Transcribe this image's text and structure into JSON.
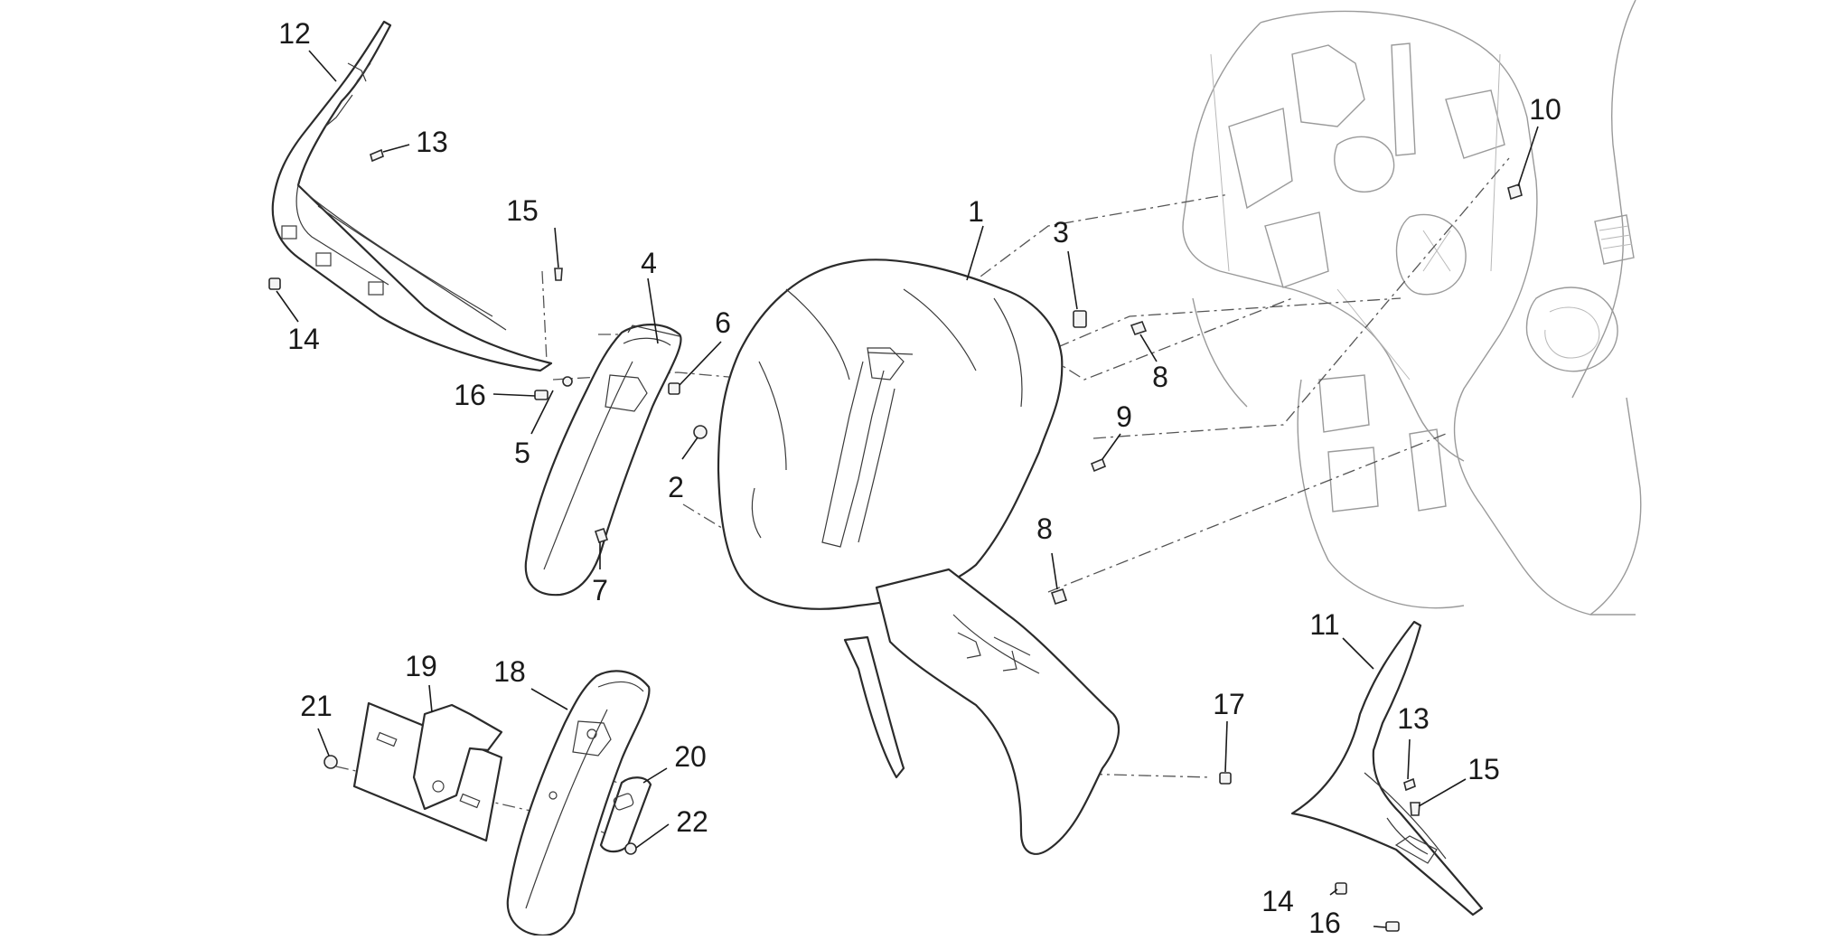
{
  "diagram": {
    "callouts": [
      "1",
      "2",
      "3",
      "4",
      "5",
      "6",
      "7",
      "8",
      "8",
      "9",
      "10",
      "11",
      "12",
      "13",
      "13",
      "14",
      "14",
      "15",
      "15",
      "16",
      "16",
      "17",
      "18",
      "19",
      "20",
      "21",
      "22"
    ]
  }
}
